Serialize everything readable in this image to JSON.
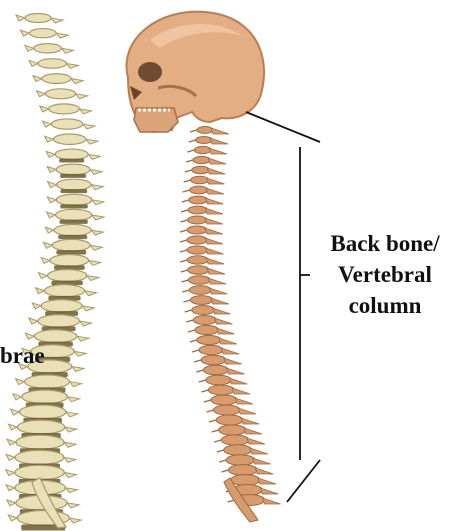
{
  "labels": {
    "vertebrae_partial": "brae",
    "backbone_line1": "Back bone/",
    "backbone_line2": "Vertebral",
    "backbone_line3": "column"
  },
  "colors": {
    "bone_light": "#e9e0b8",
    "bone_shadow": "#a89a68",
    "disc_dark": "#6a5a2e",
    "skull": "#e3ae84",
    "skull_shadow": "#b87e55",
    "spine_right": "#d79b6d",
    "spine_right_dark": "#9c6a44",
    "line": "#111111"
  },
  "icons": {
    "left_figure": "isolated-spine-illustration",
    "right_figure": "skull-and-spine-side-view",
    "bracket": "bracket-line"
  }
}
